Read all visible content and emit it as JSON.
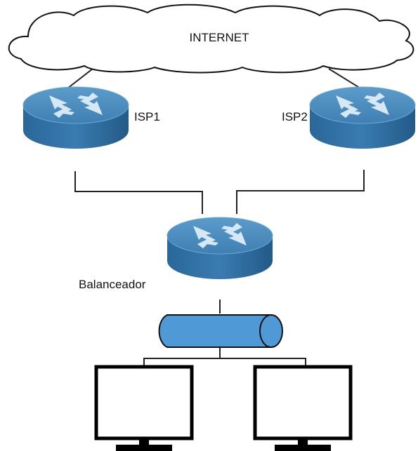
{
  "cloud": {
    "label": "INTERNET"
  },
  "routers": {
    "isp1": {
      "label": "ISP1"
    },
    "isp2": {
      "label": "ISP2"
    },
    "balancer": {
      "label": "Balanceador"
    }
  },
  "colors": {
    "router_top": "#4f8fbf",
    "router_body": "#2d6fa3",
    "router_edge": "#1f5580",
    "arrow": "#cfe2f0",
    "switch_fill": "#4f9ad6",
    "line": "#222222",
    "monitor": "#000000"
  },
  "icons": [
    "cloud-icon",
    "router-icon",
    "switch-icon",
    "monitor-icon"
  ]
}
